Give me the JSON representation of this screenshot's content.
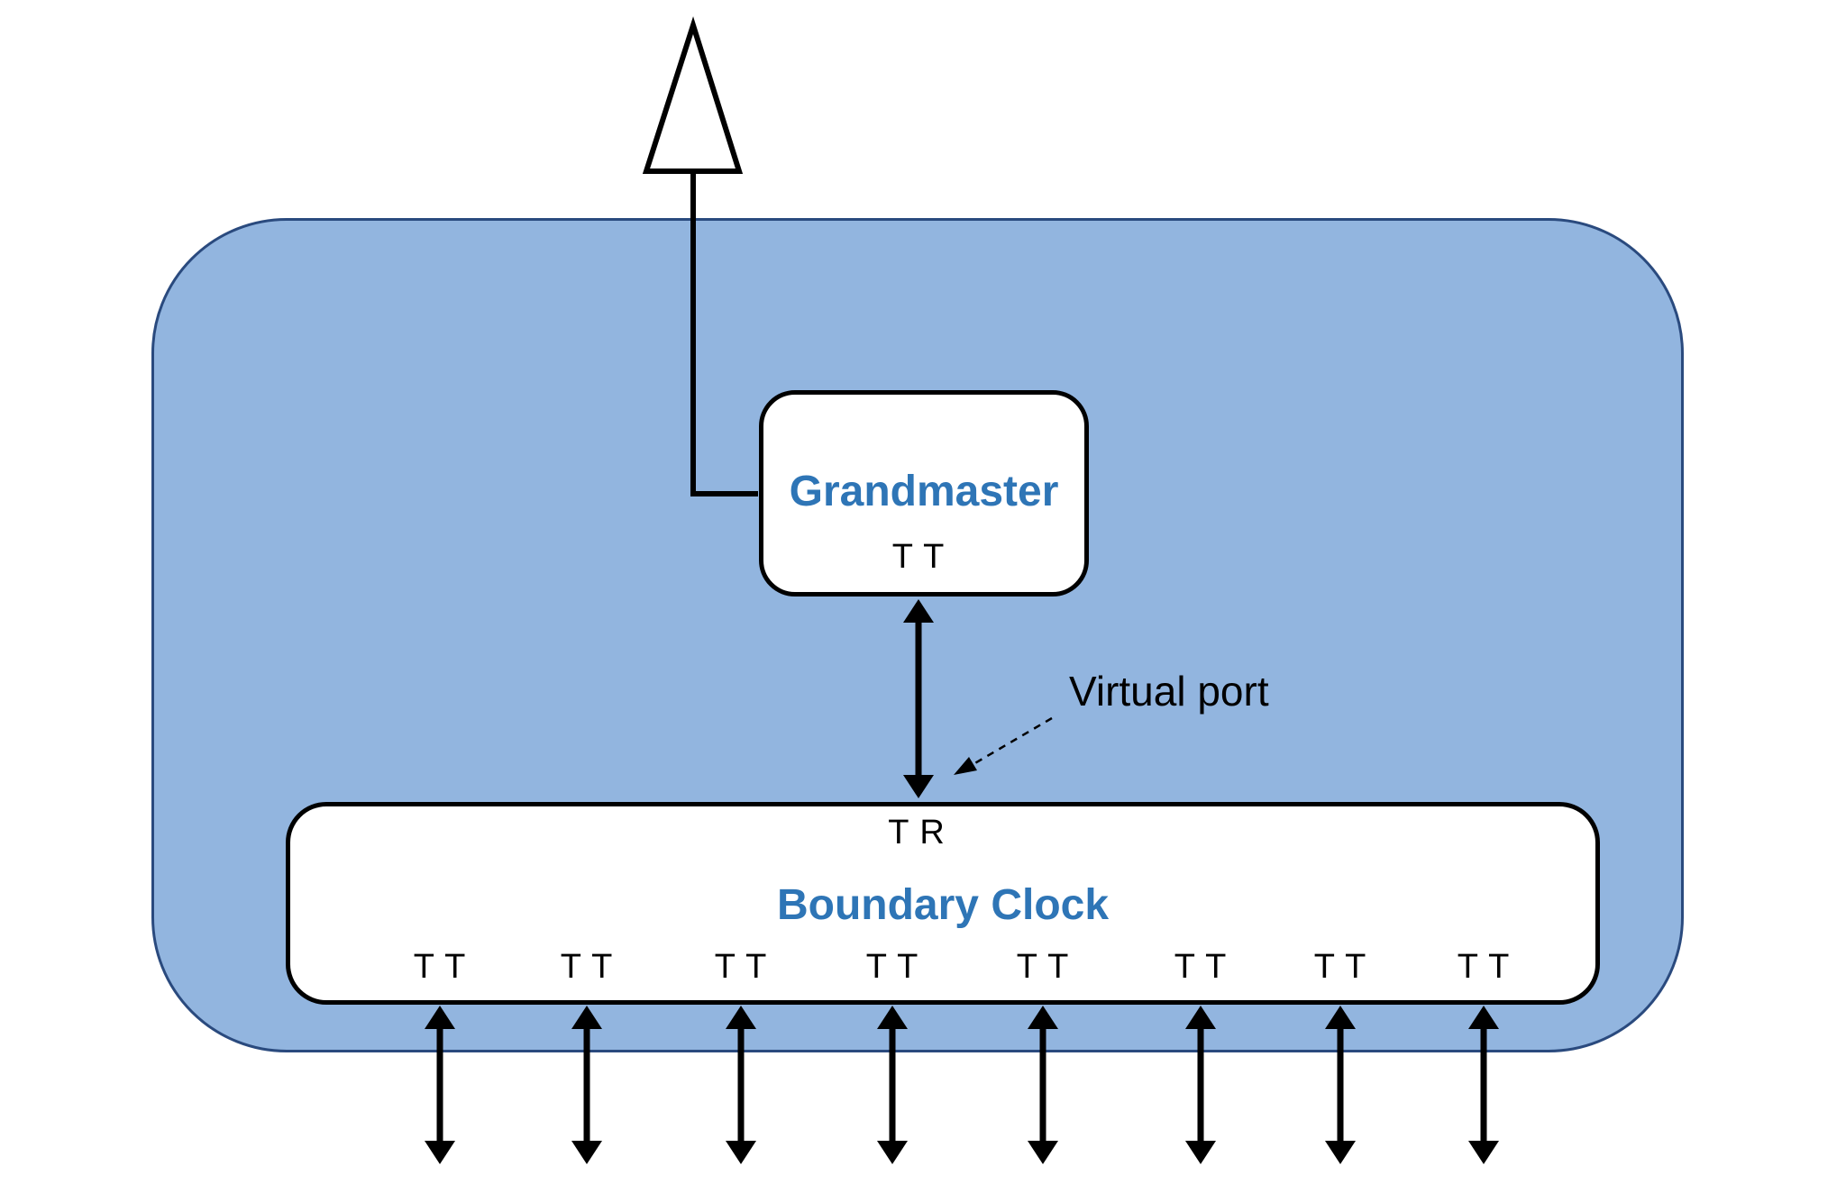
{
  "diagram": {
    "grandmaster": {
      "title": "Grandmaster",
      "ports_label": "T T"
    },
    "boundary_clock": {
      "title": "Boundary Clock",
      "virtual_port_marker": "T R",
      "ports": [
        {
          "label": "T T"
        },
        {
          "label": "T T"
        },
        {
          "label": "T T"
        },
        {
          "label": "T T"
        },
        {
          "label": "T T"
        },
        {
          "label": "T T"
        },
        {
          "label": "T T"
        },
        {
          "label": "T T"
        }
      ]
    },
    "annotations": {
      "virtual_port": "Virtual port"
    },
    "icons": {
      "antenna": "antenna-icon"
    },
    "colors": {
      "device_fill": "#92B5DF",
      "device_border": "#2A4A7E",
      "box_fill": "#FFFFFF",
      "box_border": "#000000",
      "accent_text": "#2E75B6",
      "line": "#000000"
    }
  }
}
